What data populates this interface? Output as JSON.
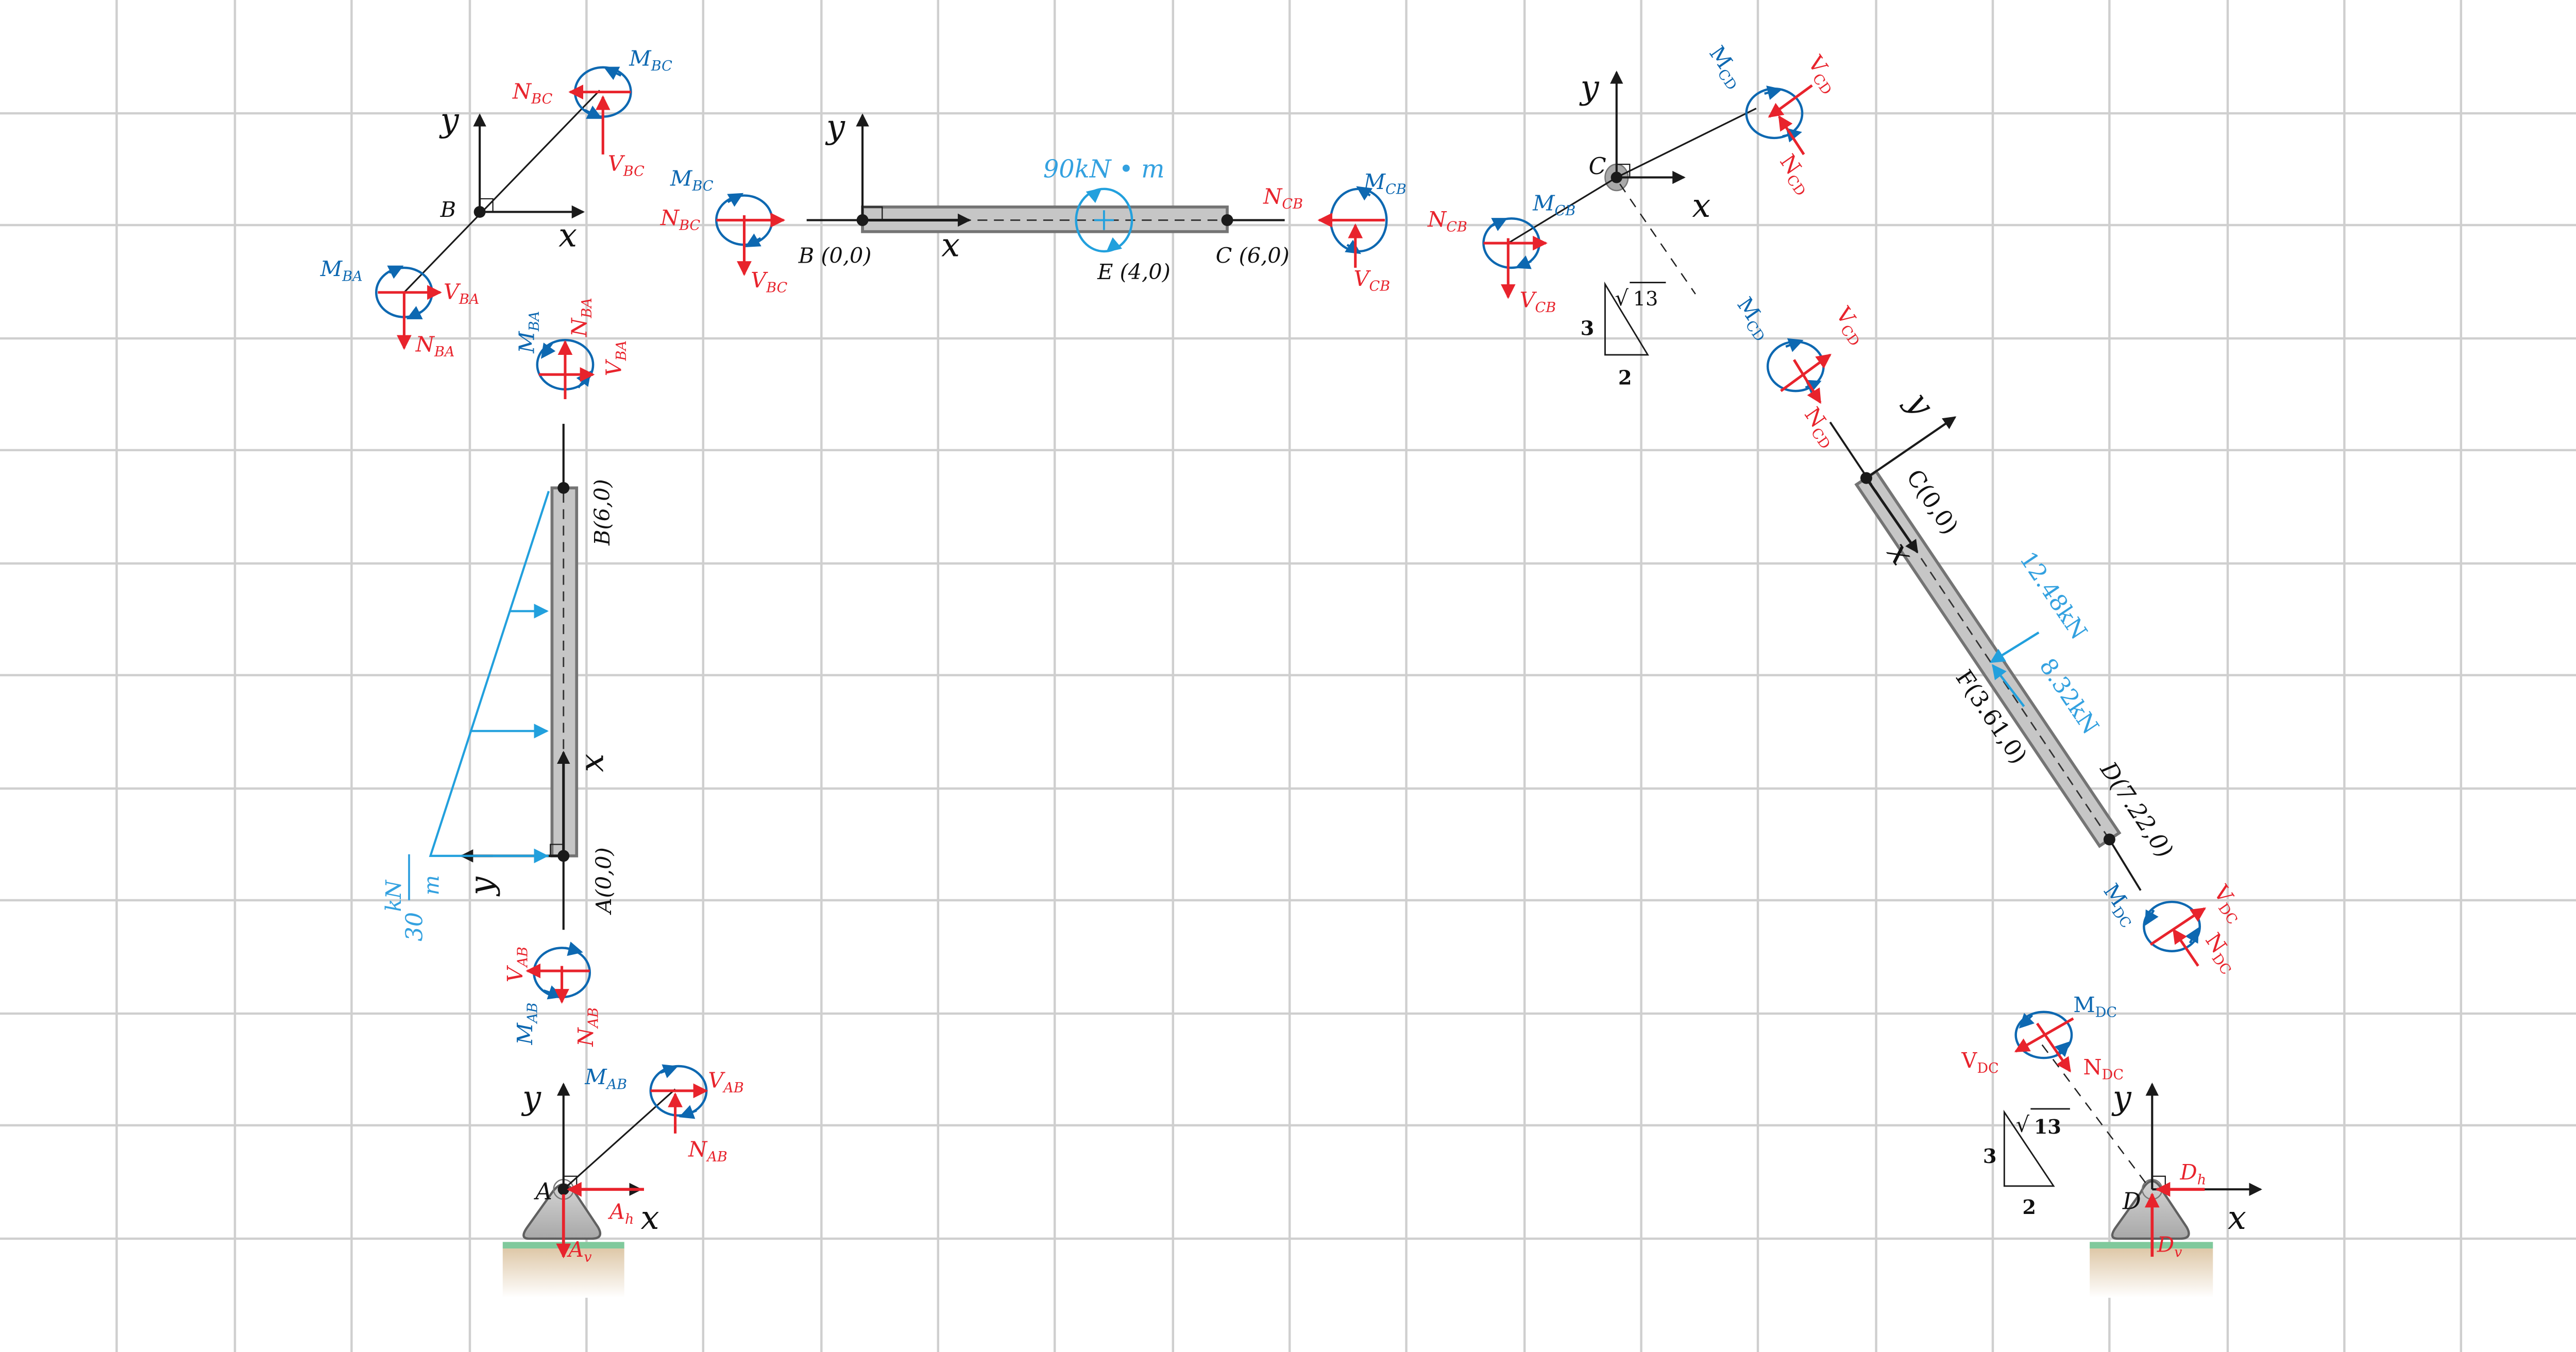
{
  "figure": {
    "type": "free-body diagram of frame",
    "colors": {
      "grid": "#cfcfcf",
      "force": "#e8232c",
      "moment": "#0d68b1",
      "load": "#33a1e0",
      "beam_fill": "#c6c6c6",
      "beam_edge": "#747474",
      "ground_top": "#80c99c",
      "ground_soil": "#dec8a8"
    }
  },
  "member_AB": {
    "node_A": "A",
    "node_A_coord": "A(0,0)",
    "node_B_coord": "B(6,0)",
    "axis_x": "x",
    "axis_y": "y",
    "load_value": "30",
    "load_unit_num": "kN",
    "load_unit_den": "m",
    "load_type": "triangular distributed"
  },
  "member_BC": {
    "node_B_coord": "B (0,0)",
    "node_C_coord": "C (6,0)",
    "node_E_coord": "E (4,0)",
    "moment_load": "90kN • m",
    "axis_x": "x",
    "axis_y": "y"
  },
  "member_CD": {
    "node_C_coord": "C(0,0)",
    "node_F_coord": "F(3.61,0)",
    "node_D_coord": "D(7.22,0)",
    "load_1": "12.48kN",
    "load_2": "8.32kN",
    "axis_x": "x",
    "axis_y": "y"
  },
  "joint_B": {
    "label": "B",
    "axis_x": "x",
    "axis_y": "y"
  },
  "joint_C": {
    "label": "C",
    "axis_x": "x",
    "axis_y": "y",
    "slope": {
      "rise": "3",
      "run": "2",
      "hyp": "13"
    }
  },
  "support_A": {
    "label": "A",
    "axis_x": "x",
    "axis_y": "y",
    "Ah": "A",
    "Ah_sub": "h",
    "Av": "A",
    "Av_sub": "v"
  },
  "support_D": {
    "label": "D",
    "axis_x": "x",
    "axis_y": "y",
    "Dh": "D",
    "Dh_sub": "h",
    "Dv": "D",
    "Dv_sub": "v",
    "slope": {
      "rise": "3",
      "run": "2",
      "hyp": "13"
    }
  },
  "internal_forces": {
    "M": "M",
    "N": "N",
    "V": "V",
    "BA": "BA",
    "BC": "BC",
    "CB": "CB",
    "CD": "CD",
    "DC": "DC",
    "AB": "AB"
  }
}
